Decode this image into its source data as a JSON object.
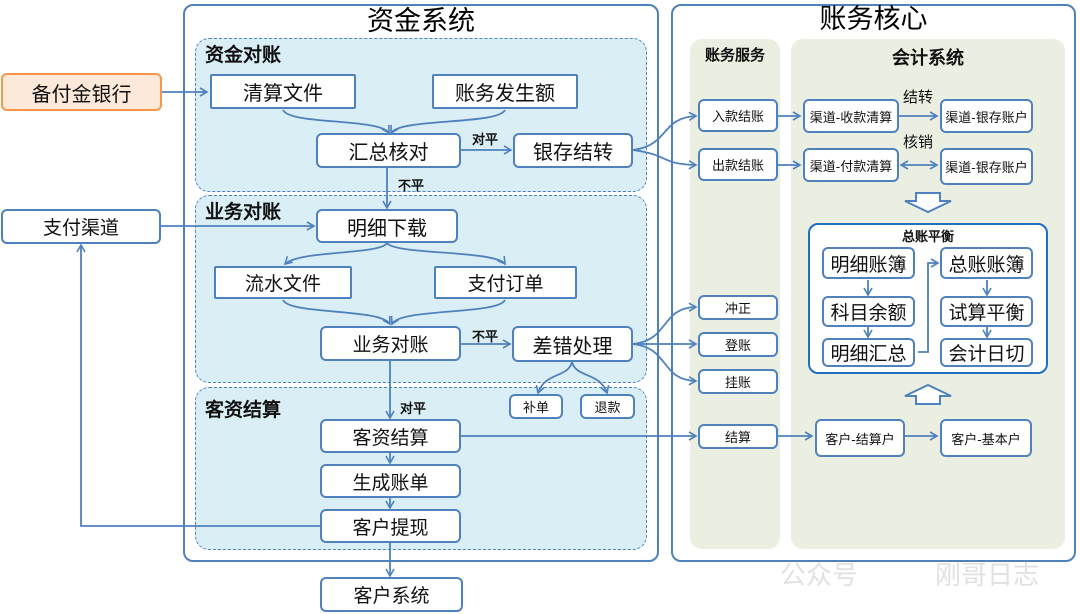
{
  "external": {
    "reserve_bank": "备付金银行",
    "payment_channel": "支付渠道",
    "customer_system": "客户系统"
  },
  "funds_system": {
    "title": "资金系统",
    "fund_reconciliation": {
      "title": "资金对账",
      "clearing_file": "清算文件",
      "accounting_amount": "账务发生额",
      "summary_check": "汇总核对",
      "bank_deposit_transfer": "银存结转",
      "label_balanced": "对平",
      "label_unbalanced": "不平"
    },
    "business_reconciliation": {
      "title": "业务对账",
      "detail_download": "明细下载",
      "flow_file": "流水文件",
      "payment_order": "支付订单",
      "business_check": "业务对账",
      "error_handling": "差错处理",
      "label_unbalanced": "不平",
      "supplement_order": "补单",
      "refund": "退款"
    },
    "customer_settlement": {
      "title": "客资结算",
      "label_balanced": "对平",
      "customer_settlement": "客资结算",
      "generate_bill": "生成账单",
      "customer_withdrawal": "客户提现"
    }
  },
  "accounting_core": {
    "title": "账务核心",
    "accounting_service": {
      "title": "账务服务",
      "inbound_settle": "入款结账",
      "outbound_settle": "出款结账",
      "reversal": "冲正",
      "posting": "登账",
      "suspense": "挂账",
      "settlement": "结算"
    },
    "accounting_system": {
      "title": "会计系统",
      "label_carry_forward": "结转",
      "label_write_off": "核销",
      "channel_receipt_clearing": "渠道-收款清算",
      "channel_bank_account_1": "渠道-银存账户",
      "channel_payment_clearing": "渠道-付款清算",
      "channel_bank_account_2": "渠道-银存账户",
      "general_ledger_balance": {
        "title": "总账平衡",
        "detail_ledger": "明细账簿",
        "subject_balance": "科目余额",
        "detail_summary": "明细汇总",
        "general_ledger": "总账账簿",
        "trial_balance": "试算平衡",
        "accounting_day_cut": "会计日切"
      },
      "customer_settlement_account": "客户-结算户",
      "customer_basic_account": "客户-基本户"
    }
  },
  "watermark": {
    "text_left": "公众号",
    "text_right": "刚哥日志"
  },
  "colors": {
    "line_blue": "#4f81bd",
    "group_fill": "#daeef5",
    "column_fill": "#eaefe1",
    "orange_border": "#f79646",
    "orange_fill": "#fde9d9"
  }
}
